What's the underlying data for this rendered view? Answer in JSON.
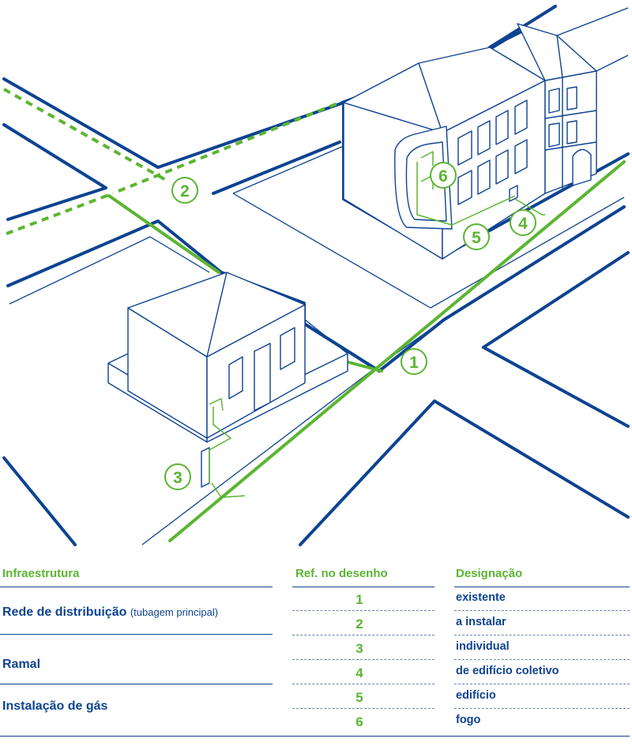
{
  "colors": {
    "blue": "#0d4391",
    "green": "#5bb531"
  },
  "callouts": [
    "1",
    "2",
    "3",
    "4",
    "5",
    "6"
  ],
  "table": {
    "headers": {
      "infraestrutura": "Infraestrutura",
      "ref": "Ref. no desenho",
      "designacao": "Designação"
    },
    "categories": {
      "rede": {
        "label": "Rede de distribuição",
        "note": "(tubagem principal)"
      },
      "ramal": {
        "label": "Ramal"
      },
      "instalacao": {
        "label": "Instalação de gás"
      }
    },
    "rows": [
      {
        "ref": "1",
        "designation": "existente"
      },
      {
        "ref": "2",
        "designation": "a instalar"
      },
      {
        "ref": "3",
        "designation": "individual"
      },
      {
        "ref": "4",
        "designation": "de edifício coletivo"
      },
      {
        "ref": "5",
        "designation": "edifício"
      },
      {
        "ref": "6",
        "designation": "fogo"
      }
    ]
  }
}
